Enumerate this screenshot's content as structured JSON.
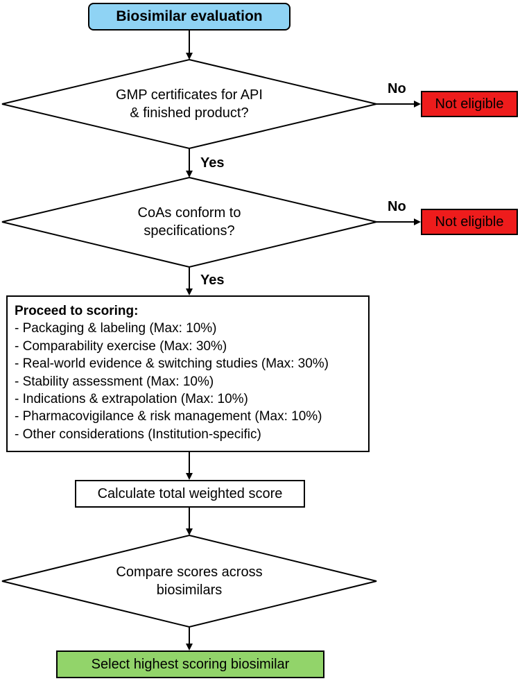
{
  "start": {
    "label": "Biosimilar evaluation"
  },
  "decision1": {
    "line1": "GMP certificates for API",
    "line2": "& finished product?",
    "no_label": "No",
    "yes_label": "Yes",
    "outcome_no": "Not eligible"
  },
  "decision2": {
    "line1": "CoAs conform to",
    "line2": "specifications?",
    "no_label": "No",
    "yes_label": "Yes",
    "outcome_no": "Not eligible"
  },
  "scoring": {
    "heading": "Proceed to scoring:",
    "items": [
      "- Packaging & labeling (Max: 10%)",
      "- Comparability exercise (Max: 30%)",
      "- Real-world evidence & switching studies (Max: 30%)",
      "- Stability assessment (Max: 10%)",
      "- Indications & extrapolation (Max: 10%)",
      "- Pharmacovigilance & risk management (Max: 10%)",
      "- Other considerations (Institution-specific)"
    ]
  },
  "calculate": {
    "label": "Calculate total weighted score"
  },
  "decision3": {
    "line1": "Compare scores across",
    "line2": "biosimilars"
  },
  "final": {
    "label": "Select highest scoring biosimilar"
  },
  "colors": {
    "start_fill": "#8fd3f4",
    "reject_fill": "#ee1c1c",
    "final_fill": "#92d46a",
    "line": "#000000"
  }
}
